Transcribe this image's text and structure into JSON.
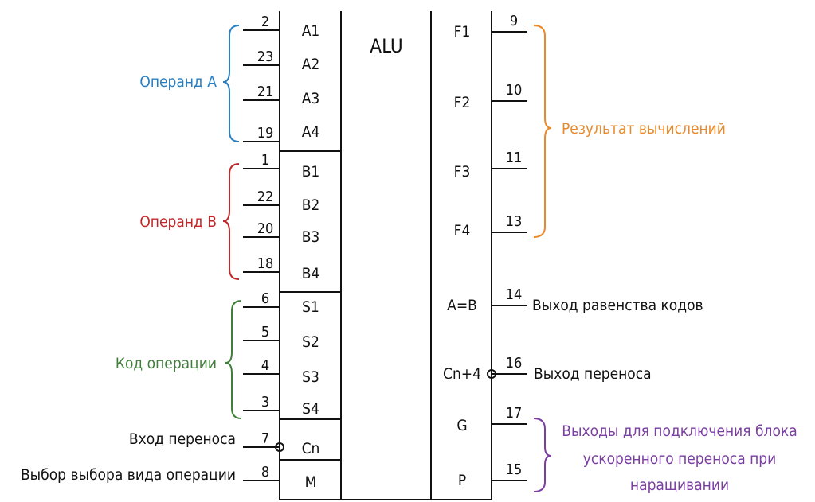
{
  "title": "ALU",
  "colors": {
    "a": "#2a7fc0",
    "b": "#c0282a",
    "s": "#3f7f3a",
    "f": "#e8892a",
    "gp": "#7a3fa0",
    "line": "#111111"
  },
  "inputs": [
    {
      "pin": "2",
      "name": "A1"
    },
    {
      "pin": "23",
      "name": "A2"
    },
    {
      "pin": "21",
      "name": "A3"
    },
    {
      "pin": "19",
      "name": "A4"
    },
    {
      "pin": "1",
      "name": "B1"
    },
    {
      "pin": "22",
      "name": "B2"
    },
    {
      "pin": "20",
      "name": "B3"
    },
    {
      "pin": "18",
      "name": "B4"
    },
    {
      "pin": "6",
      "name": "S1"
    },
    {
      "pin": "5",
      "name": "S2"
    },
    {
      "pin": "4",
      "name": "S3"
    },
    {
      "pin": "3",
      "name": "S4"
    },
    {
      "pin": "7",
      "name": "Cn"
    },
    {
      "pin": "8",
      "name": "M"
    }
  ],
  "outputs": [
    {
      "pin": "9",
      "name": "F1"
    },
    {
      "pin": "10",
      "name": "F2"
    },
    {
      "pin": "11",
      "name": "F3"
    },
    {
      "pin": "13",
      "name": "F4"
    },
    {
      "pin": "14",
      "name": "A=B"
    },
    {
      "pin": "16",
      "name": "Cn+4"
    },
    {
      "pin": "17",
      "name": "G"
    },
    {
      "pin": "15",
      "name": "P"
    }
  ],
  "labels": {
    "operand_a": "Операнд A",
    "operand_b": "Операнд B",
    "op_code": "Код операции",
    "carry_in": "Вход переноса",
    "mode_select": "Выбор выбора вида операции",
    "result": "Результат вычислений",
    "equality_out": "Выход равенства кодов",
    "carry_out": "Выход переноса",
    "gp_line1": "Выходы для подключения блока",
    "gp_line2": "ускоренного переноса при",
    "gp_line3": "наращивании"
  }
}
